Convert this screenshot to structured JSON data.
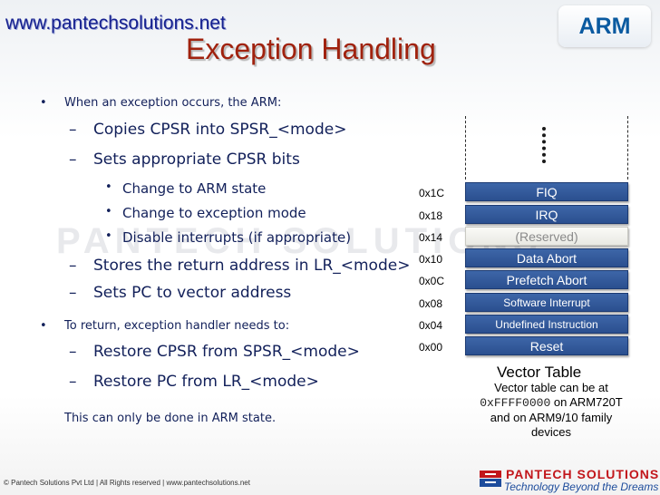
{
  "header": {
    "site_url": "www.pantechsolutions.net",
    "title": "Exception Handling",
    "logo_text": "ARM"
  },
  "watermark": "PANTECH SOLUTIONS",
  "content": {
    "intro": "When an exception occurs, the ARM:",
    "steps": [
      "Copies CPSR into SPSR_<mode>",
      "Sets appropriate CPSR bits",
      "Stores the return address in LR_<mode>",
      "Sets PC to vector address"
    ],
    "sub_steps": [
      "Change to ARM state",
      "Change to exception mode",
      "Disable interrupts (if appropriate)"
    ],
    "return_intro": "To return, exception handler needs to:",
    "return_steps": [
      "Restore CPSR from SPSR_<mode>",
      "Restore PC from LR_<mode>"
    ],
    "note": "This can only be done in ARM state."
  },
  "vector_table": {
    "rows": [
      {
        "addr": "0x1C",
        "label": "FIQ"
      },
      {
        "addr": "0x18",
        "label": "IRQ"
      },
      {
        "addr": "0x14",
        "label": "(Reserved)"
      },
      {
        "addr": "0x10",
        "label": "Data Abort"
      },
      {
        "addr": "0x0C",
        "label": "Prefetch Abort"
      },
      {
        "addr": "0x08",
        "label": "Software Interrupt"
      },
      {
        "addr": "0x04",
        "label": "Undefined Instruction"
      },
      {
        "addr": "0x00",
        "label": "Reset"
      }
    ],
    "caption": "Vector Table",
    "note_line1": "Vector table can be at",
    "note_addr": "0xFFFF0000",
    "note_after_addr": "on ARM720T",
    "note_line3": "and on ARM9/10 family",
    "note_line4": "devices"
  },
  "footer": {
    "copyright": "© Pantech Solutions Pvt Ltd | All Rights reserved | www.pantechsolutions.net",
    "brand": "PANTECH SOLUTIONS",
    "tagline": "Technology Beyond the Dreams"
  },
  "colors": {
    "title": "#a0220e",
    "url": "#16218f",
    "table_row": "#2b4f8f",
    "brand_red": "#c2161b"
  }
}
